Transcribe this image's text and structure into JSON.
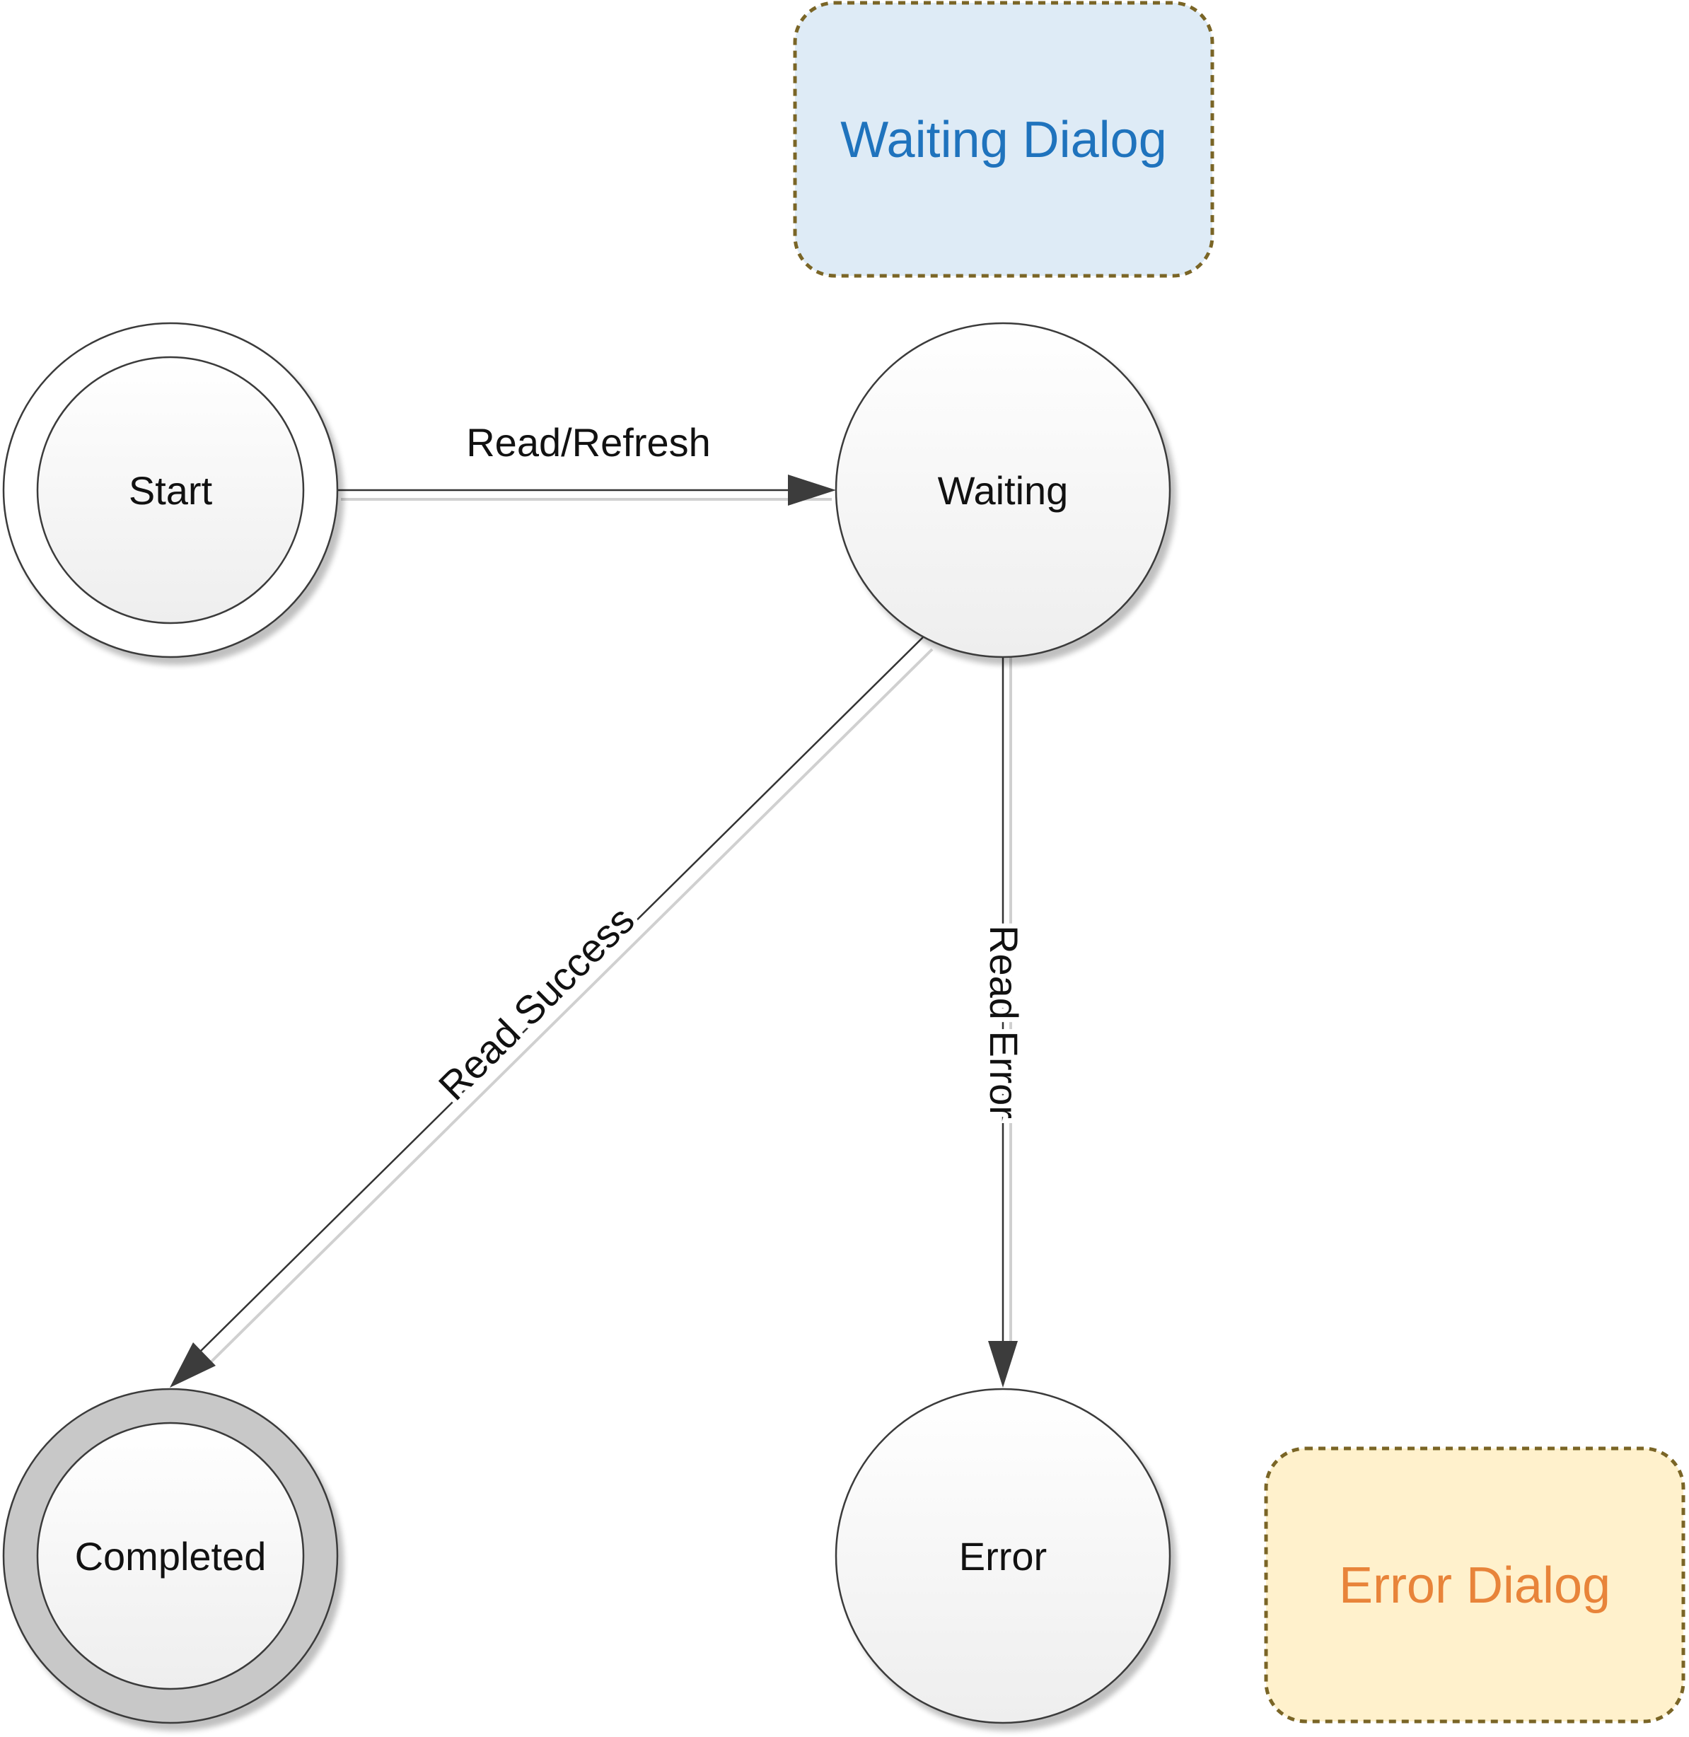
{
  "colors": {
    "waiting_dialog_fill": "#deebf6",
    "waiting_dialog_text": "#1f73bd",
    "error_dialog_fill": "#fff1cc",
    "error_dialog_text": "#e8843a",
    "dialog_border": "#7a6526",
    "node_outline": "#3a3a3a",
    "completed_ring": "#c8c8c8",
    "edge": "#333333",
    "arrowhead": "#3c3c3c"
  },
  "states": {
    "start": "Start",
    "waiting": "Waiting",
    "completed": "Completed",
    "error": "Error"
  },
  "transitions": {
    "read_refresh": "Read/Refresh",
    "read_success": "Read Success",
    "read_error": "Read Error"
  },
  "dialogs": {
    "waiting": "Waiting Dialog",
    "error": "Error Dialog"
  }
}
